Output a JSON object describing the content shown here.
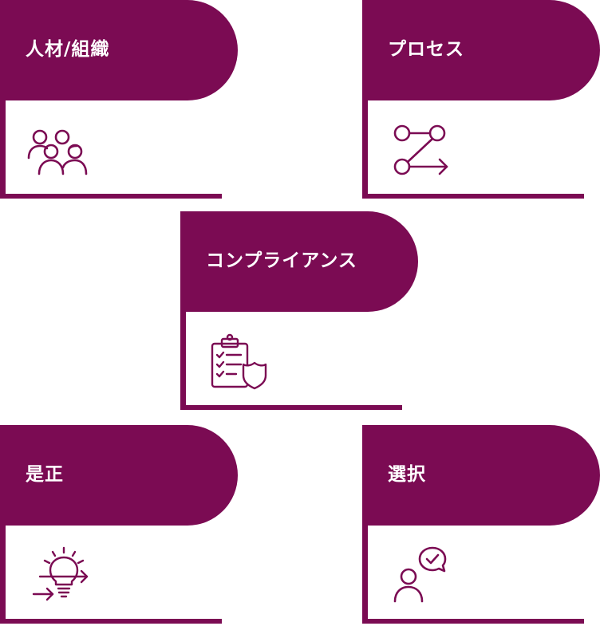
{
  "colors": {
    "accent": "#7b0b53",
    "background": "#ffffff"
  },
  "cards": [
    {
      "title": "人材/組織",
      "icon": "people-group-icon"
    },
    {
      "title": "プロセス",
      "icon": "process-flow-icon"
    },
    {
      "title": "コンプライアンス",
      "icon": "clipboard-shield-icon"
    },
    {
      "title": "是正",
      "icon": "lightbulb-arrows-icon"
    },
    {
      "title": "選択",
      "icon": "person-check-bubble-icon"
    }
  ]
}
